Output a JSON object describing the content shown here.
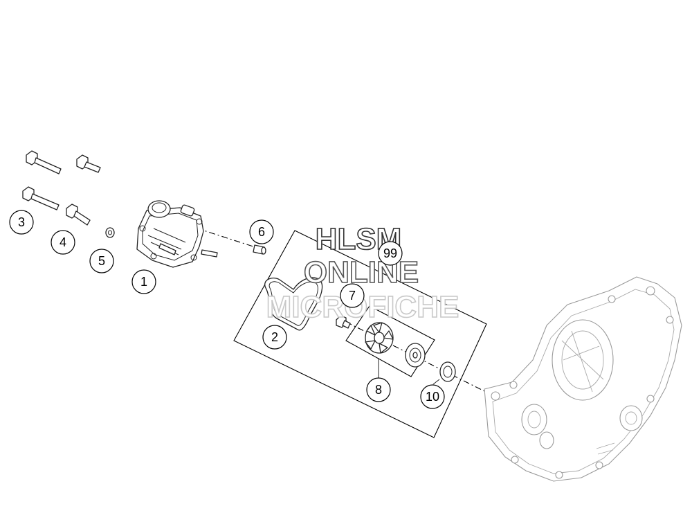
{
  "watermark": {
    "lines": [
      "HLSM",
      "ONLINE",
      "MICROFICHE"
    ]
  },
  "callouts": [
    "1",
    "2",
    "3",
    "4",
    "5",
    "6",
    "7",
    "8",
    "10",
    "99"
  ],
  "colors": {
    "ink": "#000000",
    "ghost": "#9a9a9a",
    "watermark_dark": "#333333",
    "watermark_light": "#c8c8c8"
  },
  "icons": [
    "bolt-icon",
    "washer-icon",
    "pin-icon",
    "gasket-icon",
    "impeller-icon",
    "seal-icon",
    "pump-cover-icon",
    "crankcase-cover-icon"
  ]
}
